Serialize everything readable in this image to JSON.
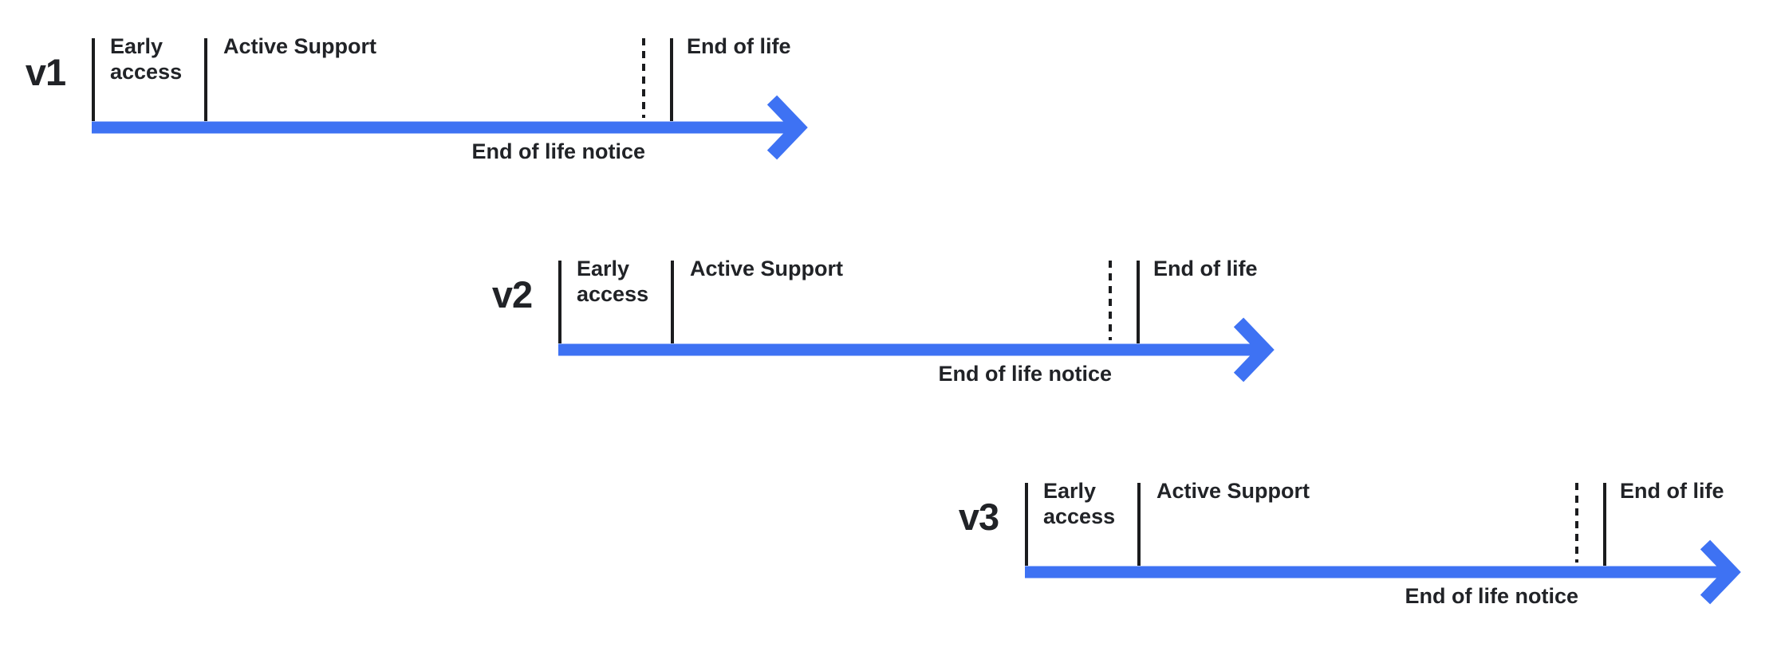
{
  "colors": {
    "arrow_blue": "#3E72F3",
    "text_dark": "#212327",
    "tick_dark": "#1B1C1E"
  },
  "timelines": [
    {
      "version": "v1",
      "early_access_label": "Early\naccess",
      "active_support_label": "Active Support",
      "end_of_life_label": "End of life",
      "end_of_life_notice_label": "End of life notice"
    },
    {
      "version": "v2",
      "early_access_label": "Early\naccess",
      "active_support_label": "Active Support",
      "end_of_life_label": "End of life",
      "end_of_life_notice_label": "End of life notice"
    },
    {
      "version": "v3",
      "early_access_label": "Early\naccess",
      "active_support_label": "Active Support",
      "end_of_life_label": "End of life",
      "end_of_life_notice_label": "End of life notice"
    }
  ]
}
